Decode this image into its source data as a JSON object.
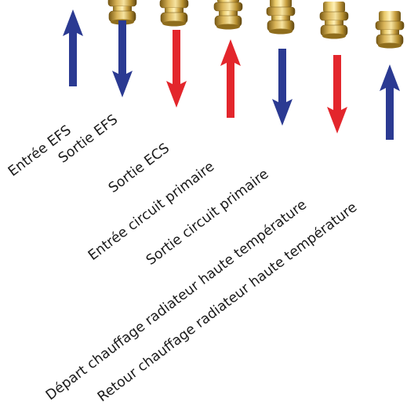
{
  "colors": {
    "blue": "#2b3a92",
    "red": "#e3262c",
    "text": "#1a1a1a"
  },
  "connections": [
    {
      "label": "Entrée EFS",
      "direction": "up",
      "color": "blue"
    },
    {
      "label": "Sortie EFS",
      "direction": "down",
      "color": "blue"
    },
    {
      "label": "Sortie ECS",
      "direction": "down",
      "color": "red"
    },
    {
      "label": "Entrée circuit primaire",
      "direction": "up",
      "color": "red"
    },
    {
      "label": "Sortie circuit primaire",
      "direction": "down",
      "color": "blue"
    },
    {
      "label": "Départ chauffage radiateur haute température",
      "direction": "down",
      "color": "red"
    },
    {
      "label": "Retour chauffage radiateur haute température",
      "direction": "up",
      "color": "blue"
    }
  ]
}
